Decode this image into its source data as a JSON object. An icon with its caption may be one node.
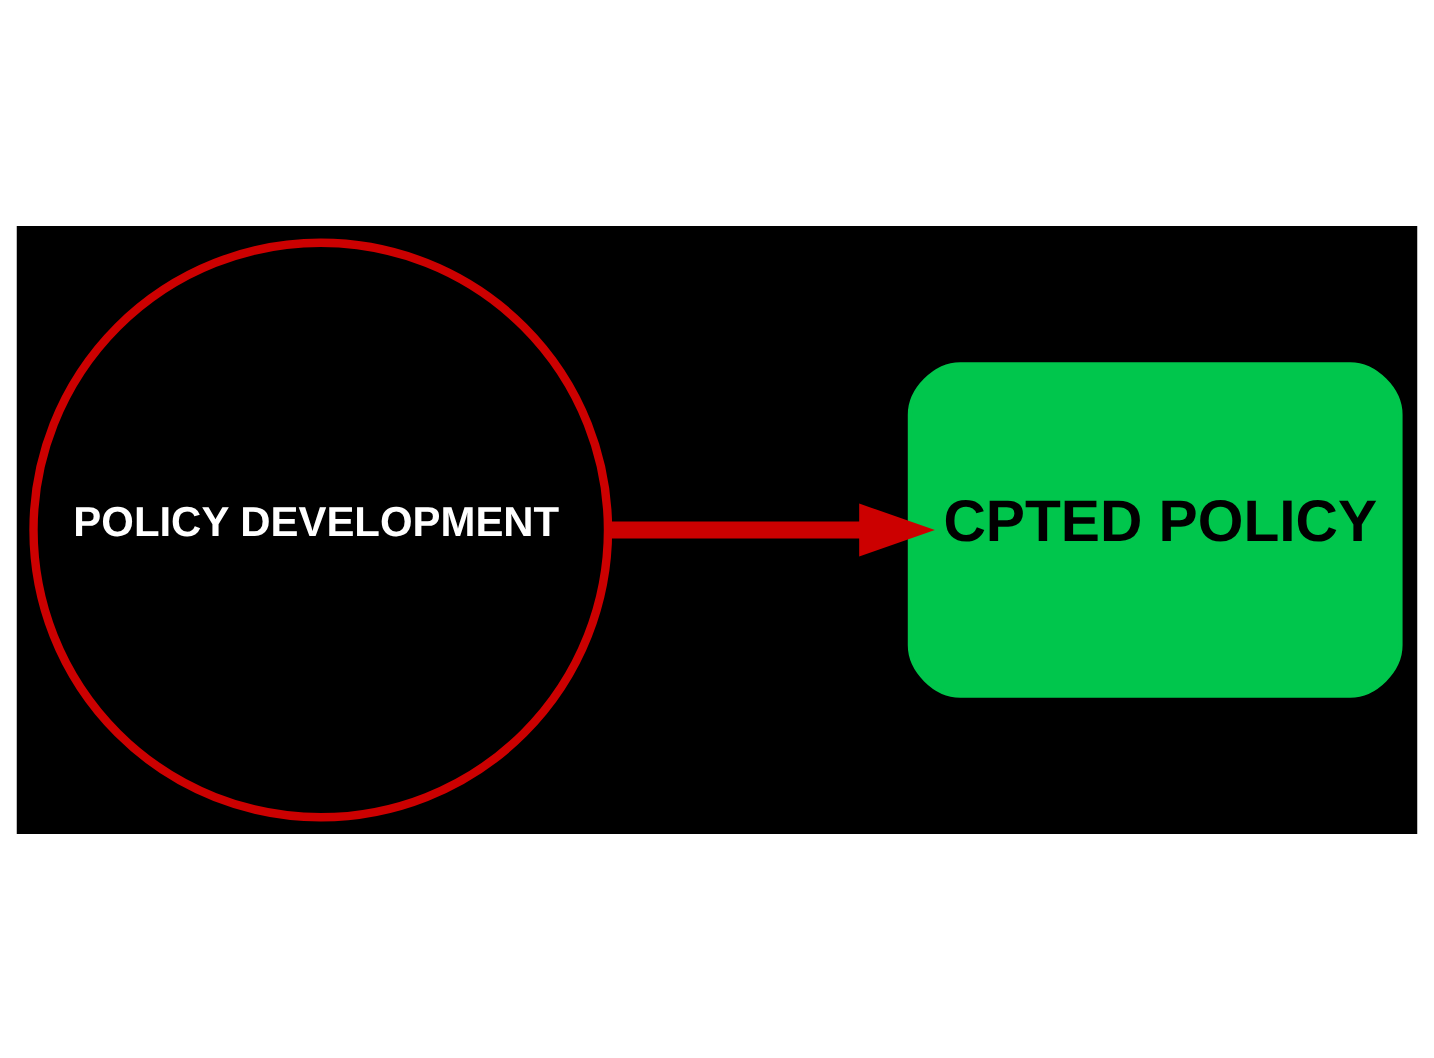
{
  "diagram": {
    "nodes": [
      {
        "text": [
          "POLICY DEVELOPMENT"
        ]
      },
      {
        "text": [
          "CPTED POLICY"
        ]
      }
    ],
    "edges": [
      {
        "from": 0,
        "to": 1,
        "arrow": "to",
        "color": "#cc0000"
      }
    ]
  }
}
